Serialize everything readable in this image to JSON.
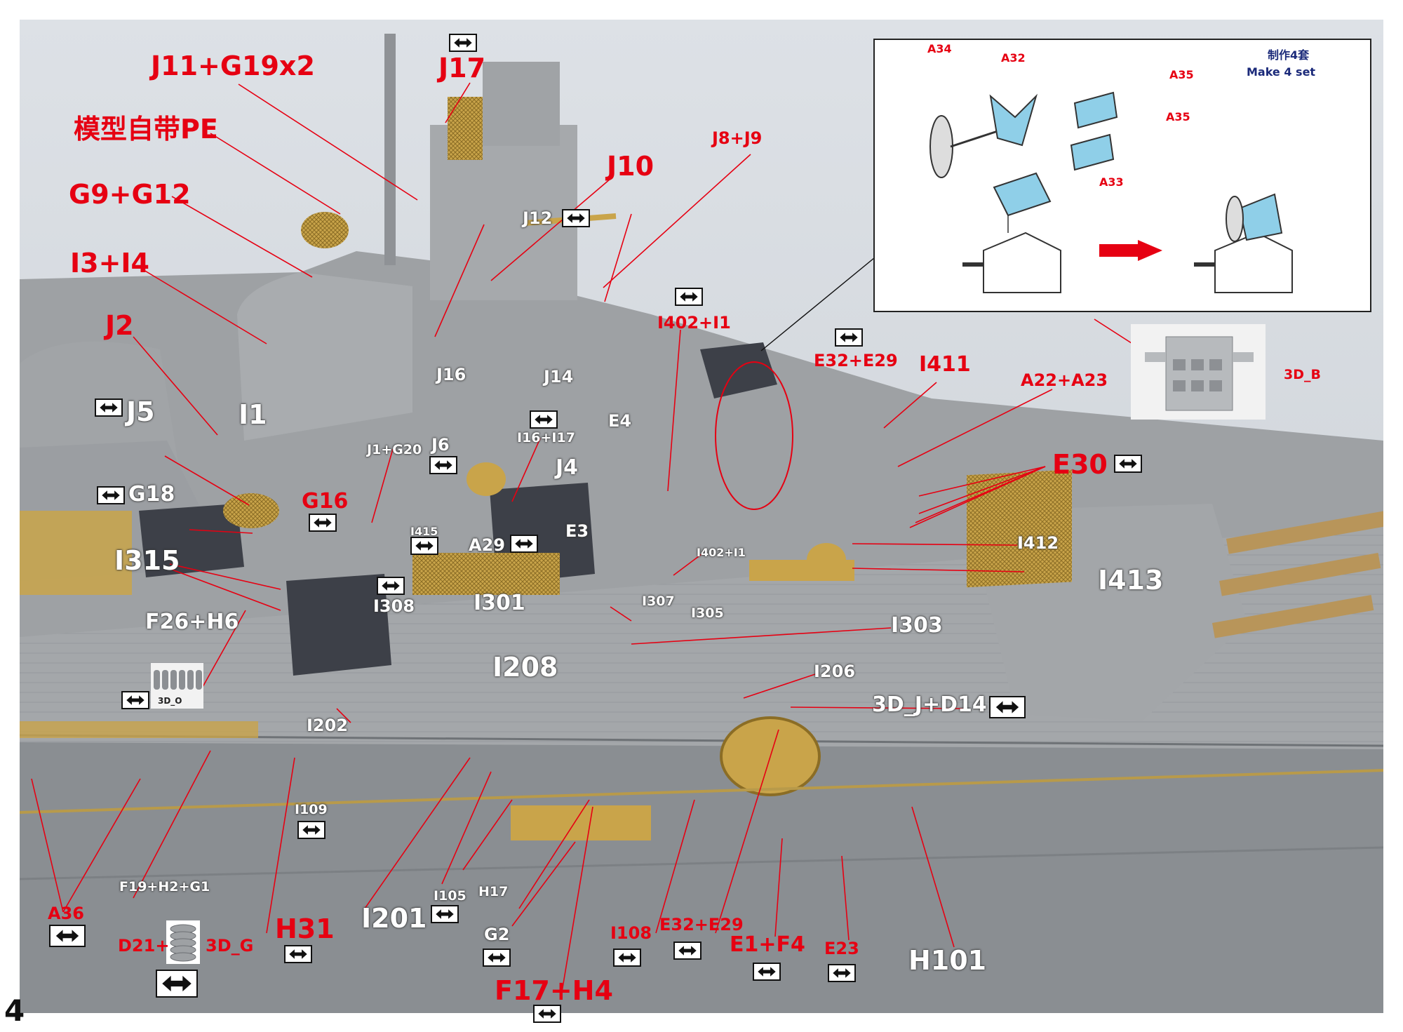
{
  "page_number": "4",
  "inset": {
    "count_cn": "制作4套",
    "count_en": "Make 4 set",
    "parts": [
      "A34",
      "A32",
      "A35",
      "A35",
      "A33"
    ]
  },
  "thumb_label": "3D_B",
  "chip_labels": {
    "o": "3D_O",
    "g": "3D_G"
  },
  "labels": {
    "j11_g19": "J11+G19x2",
    "j17": "J17",
    "pe": "模型自带PE",
    "g9_g12": "G9+G12",
    "j10": "J10",
    "j8_j9": "J8+J9",
    "i3_i4": "I3+I4",
    "j12": "J12",
    "j2": "J2",
    "i402_i1_top": "I402+I1",
    "e32_e29_top": "E32+E29",
    "i411": "I411",
    "a22_a23": "A22+A23",
    "j16": "J16",
    "j14": "J14",
    "j5": "J5",
    "i1": "I1",
    "e4": "E4",
    "i16_i17": "I16+I17",
    "e30": "E30",
    "j1_g20": "J1+G20",
    "j6": "J6",
    "j4": "J4",
    "g18": "G18",
    "g16": "G16",
    "e3": "E3",
    "i415": "I415",
    "a29": "A29",
    "i412": "I412",
    "i315": "I315",
    "i402_i1_mid": "I402+I1",
    "i413": "I413",
    "i308": "I308",
    "i301": "I301",
    "i307": "I307",
    "i305": "I305",
    "f26_h6": "F26+H6",
    "i303": "I303",
    "i208": "I208",
    "i206": "I206",
    "d14": "3D_J+D14",
    "i202": "I202",
    "i109": "I109",
    "f19": "F19+H2+G1",
    "a36": "A36",
    "i201": "I201",
    "i105": "I105",
    "h17": "H17",
    "h31": "H31",
    "d21": "D21+",
    "d21_3d": "3D_G",
    "g2": "G2",
    "i108": "I108",
    "e32_e29_bot": "E32+E29",
    "e1_f4": "E1+F4",
    "e23": "E23",
    "h101": "H101",
    "f17_h4": "F17+H4"
  },
  "colors": {
    "label_red": "#e60012",
    "part_blue": "#8fcfe8",
    "hull_gray": "#9ea1a4",
    "brass": "#c9a44a",
    "turret_dark": "#3d4048"
  }
}
